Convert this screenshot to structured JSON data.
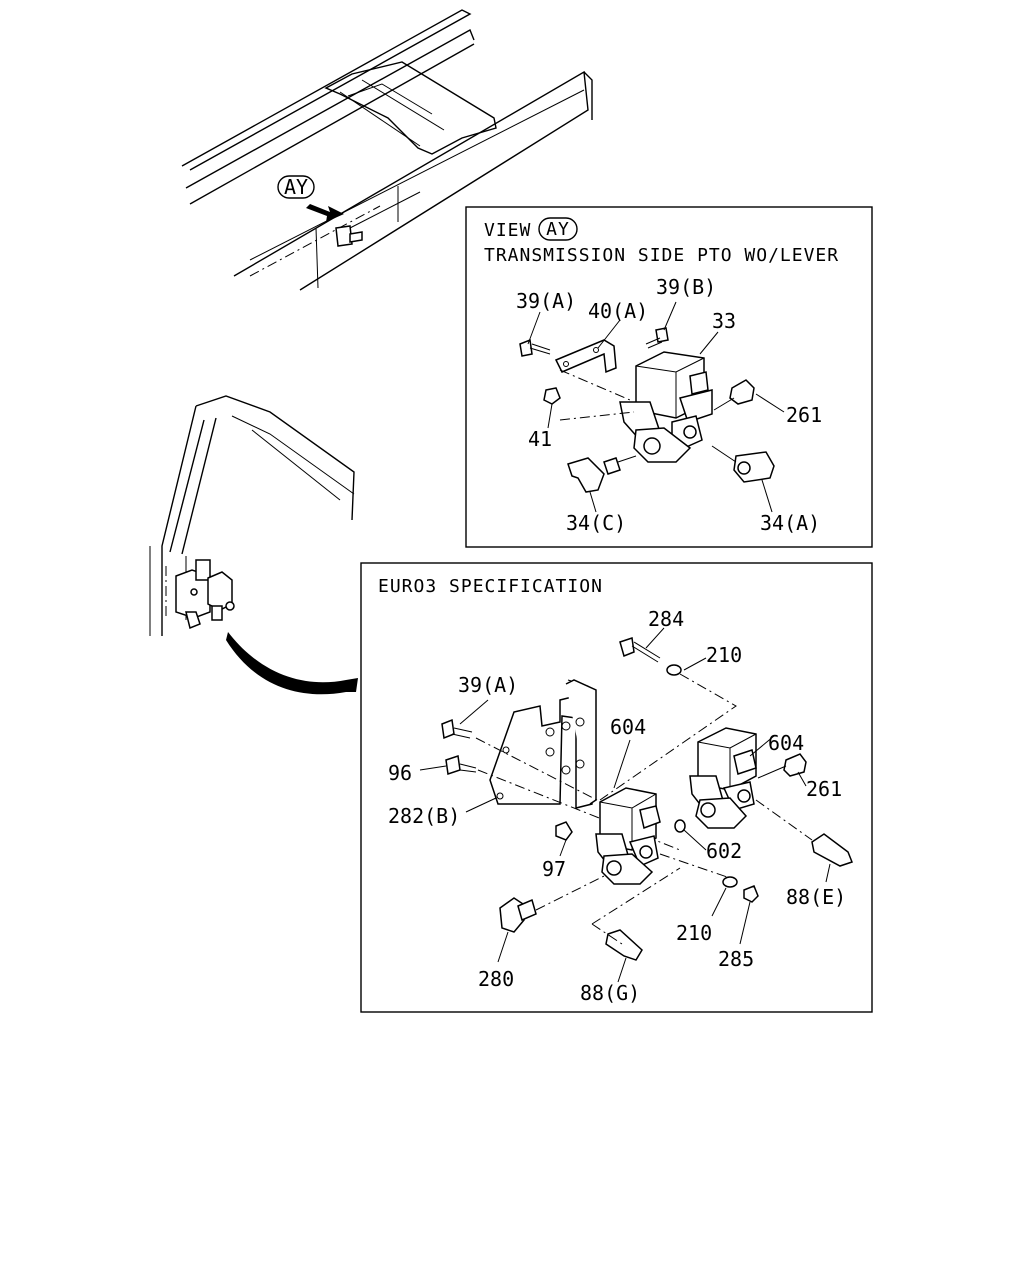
{
  "callout": {
    "tag": "AY"
  },
  "panel_view": {
    "title_prefix": "VIEW",
    "title_tag": "AY",
    "subtitle": "TRANSMISSION SIDE PTO WO/LEVER",
    "labels": {
      "p39a": "39(A)",
      "p40a": "40(A)",
      "p39b": "39(B)",
      "p33": "33",
      "p261": "261",
      "p41": "41",
      "p34c": "34(C)",
      "p34a": "34(A)"
    }
  },
  "panel_euro": {
    "title": "EURO3 SPECIFICATION",
    "labels": {
      "p284": "284",
      "p210_top": "210",
      "p39a": "39(A)",
      "p604_left": "604",
      "p604_right": "604",
      "p96": "96",
      "p261": "261",
      "p282b": "282(B)",
      "p602": "602",
      "p97": "97",
      "p88e": "88(E)",
      "p210_bottom": "210",
      "p285": "285",
      "p280": "280",
      "p88g": "88(G)"
    }
  }
}
